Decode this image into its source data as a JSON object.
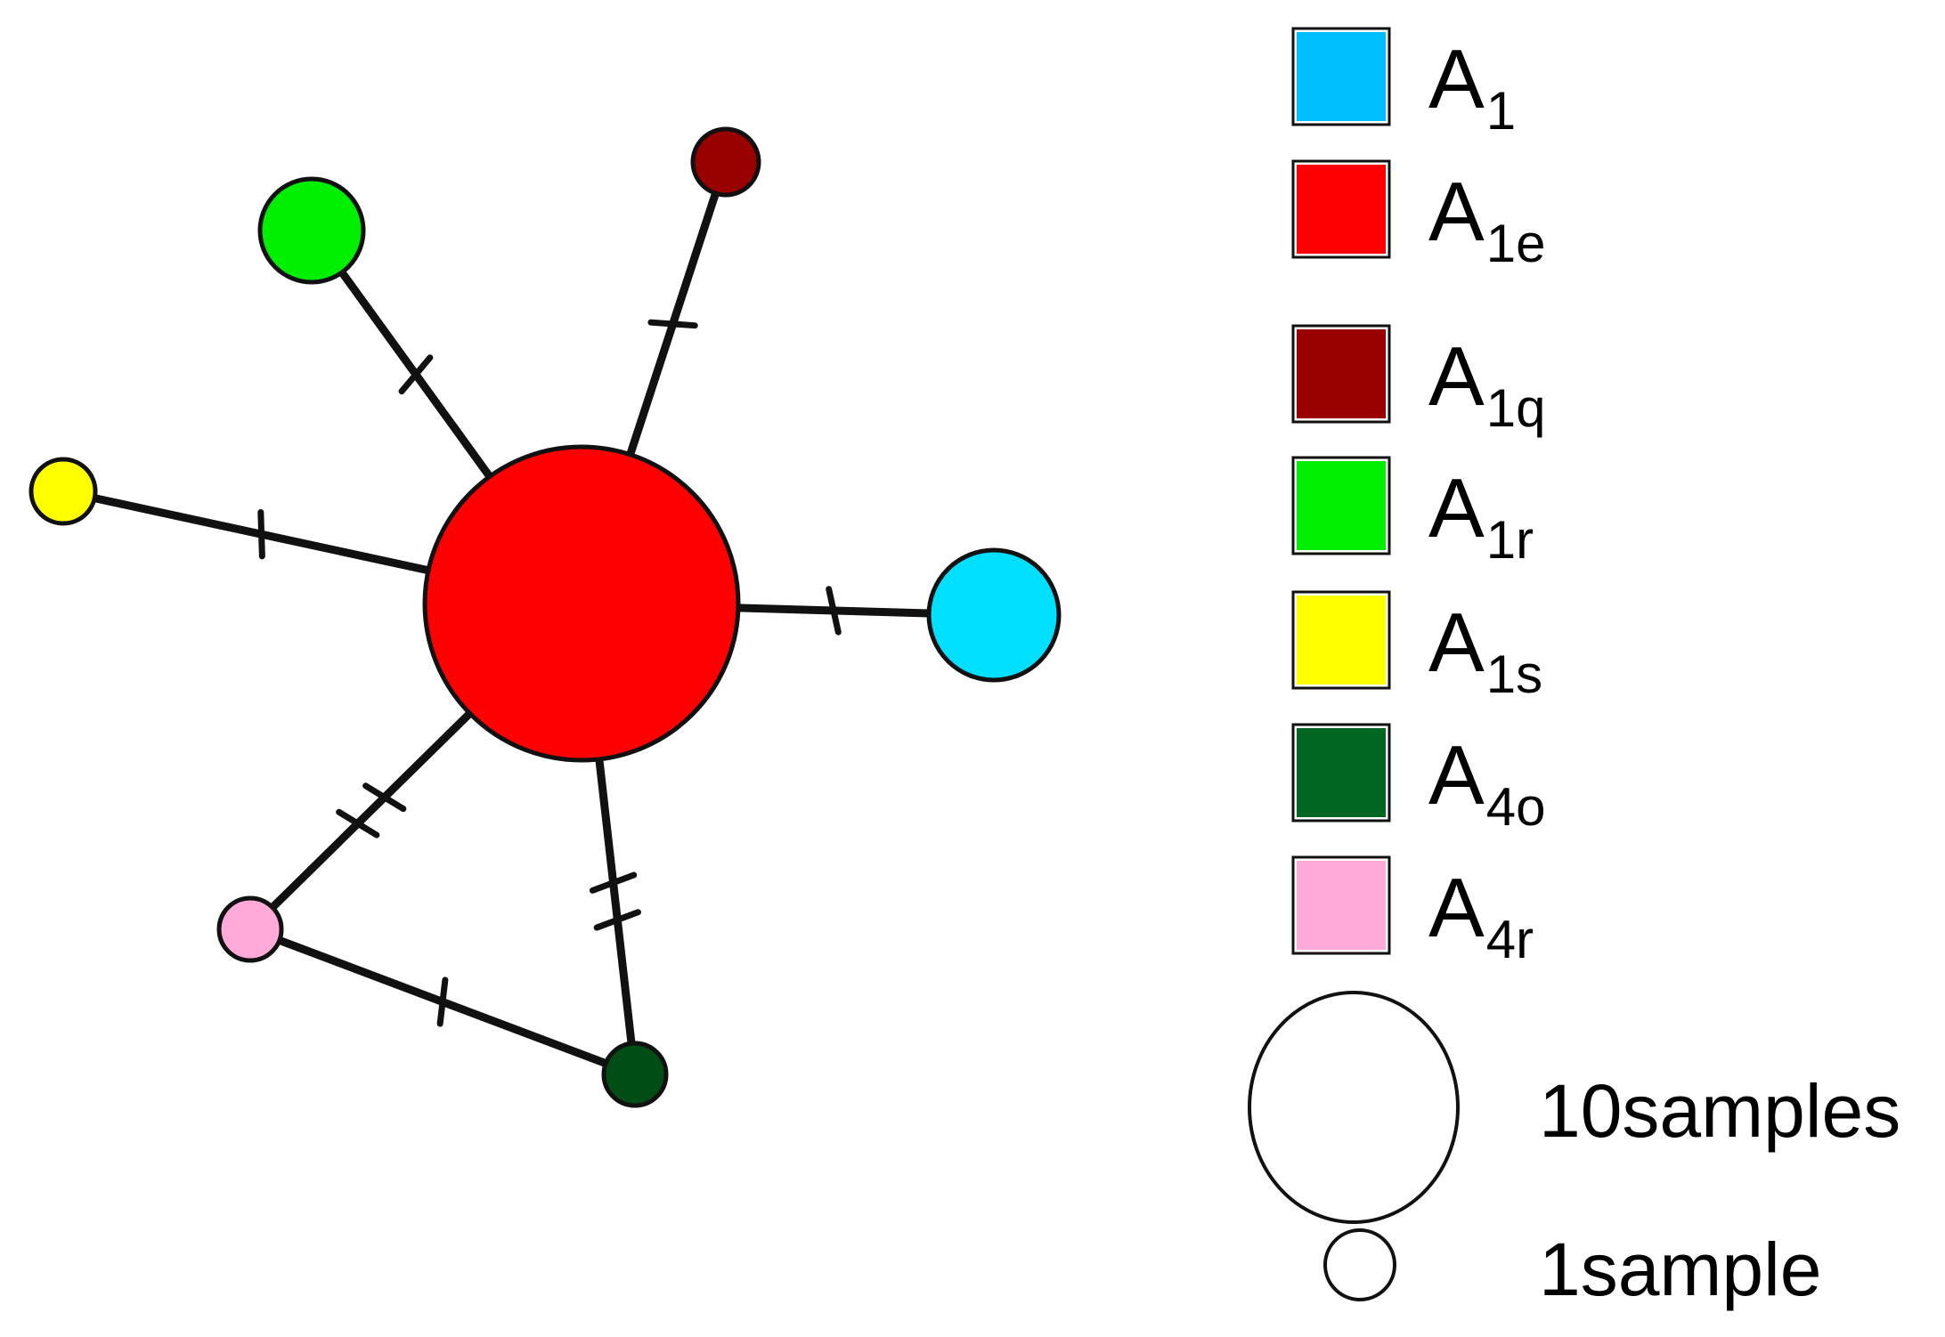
{
  "legend": {
    "items": [
      {
        "base": "A",
        "sub": "1",
        "color": "#00bfff"
      },
      {
        "base": "A",
        "sub": "1e",
        "color": "#ff0000"
      },
      {
        "base": "A",
        "sub": "1q",
        "color": "#990000"
      },
      {
        "base": "A",
        "sub": "1r",
        "color": "#00ee00"
      },
      {
        "base": "A",
        "sub": "1s",
        "color": "#ffff00"
      },
      {
        "base": "A",
        "sub": "4o",
        "color": "#006622"
      },
      {
        "base": "A",
        "sub": "4r",
        "color": "#ffaad8"
      }
    ],
    "size_scale": {
      "large_label": "10samples",
      "small_label": "1sample"
    }
  },
  "network": {
    "nodes": [
      {
        "id": "A1e",
        "color": "#ff0000"
      },
      {
        "id": "A1",
        "color": "#00dfff"
      },
      {
        "id": "A1q",
        "color": "#990000"
      },
      {
        "id": "A1r",
        "color": "#00ee00"
      },
      {
        "id": "A1s",
        "color": "#ffff00"
      },
      {
        "id": "A4o",
        "color": "#004d16"
      },
      {
        "id": "A4r",
        "color": "#ffaad8"
      }
    ],
    "edges": [
      {
        "from": "A1e",
        "to": "A1",
        "mutations": 1
      },
      {
        "from": "A1e",
        "to": "A1q",
        "mutations": 1
      },
      {
        "from": "A1e",
        "to": "A1r",
        "mutations": 1
      },
      {
        "from": "A1e",
        "to": "A1s",
        "mutations": 1
      },
      {
        "from": "A1e",
        "to": "A4r",
        "mutations": 2
      },
      {
        "from": "A1e",
        "to": "A4o",
        "mutations": 2
      },
      {
        "from": "A4r",
        "to": "A4o",
        "mutations": 1
      }
    ]
  }
}
